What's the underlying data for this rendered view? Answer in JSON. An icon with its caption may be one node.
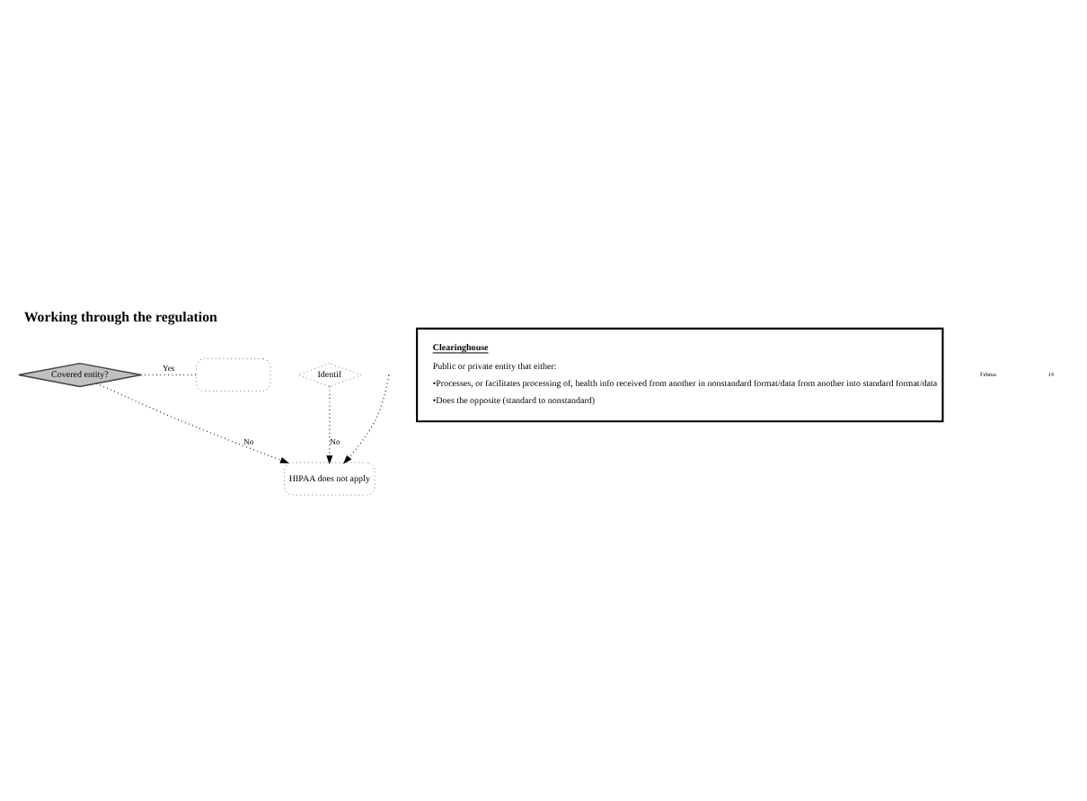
{
  "diagram": {
    "title": "Working through the regulation",
    "nodes": [
      {
        "text": [
          "Covered entity?"
        ]
      },
      {
        "text": [],
        "shape": "box"
      },
      {
        "text": [
          "Identif"
        ]
      },
      {
        "text": [
          "HIPAA does not apply"
        ]
      },
      {
        "text": [
          "Clearinghouse",
          "Public or private entity that either:",
          "•Processes, or facilitates processing of, health info received from another in nonstandard format/data from another into standard format/data",
          "•Does the opposite (standard to nonstandard)"
        ]
      }
    ],
    "edges": [
      {
        "from": 0,
        "to": 1,
        "arrow": "none",
        "label": "Yes"
      },
      {
        "from": 0,
        "to": 3,
        "arrow": "to",
        "label": "No"
      },
      {
        "from": 2,
        "to": 3,
        "arrow": "to",
        "label": "No"
      },
      {
        "from": null,
        "to": 3,
        "arrow": "to"
      }
    ],
    "labels": [
      "Februa",
      "14"
    ]
  }
}
